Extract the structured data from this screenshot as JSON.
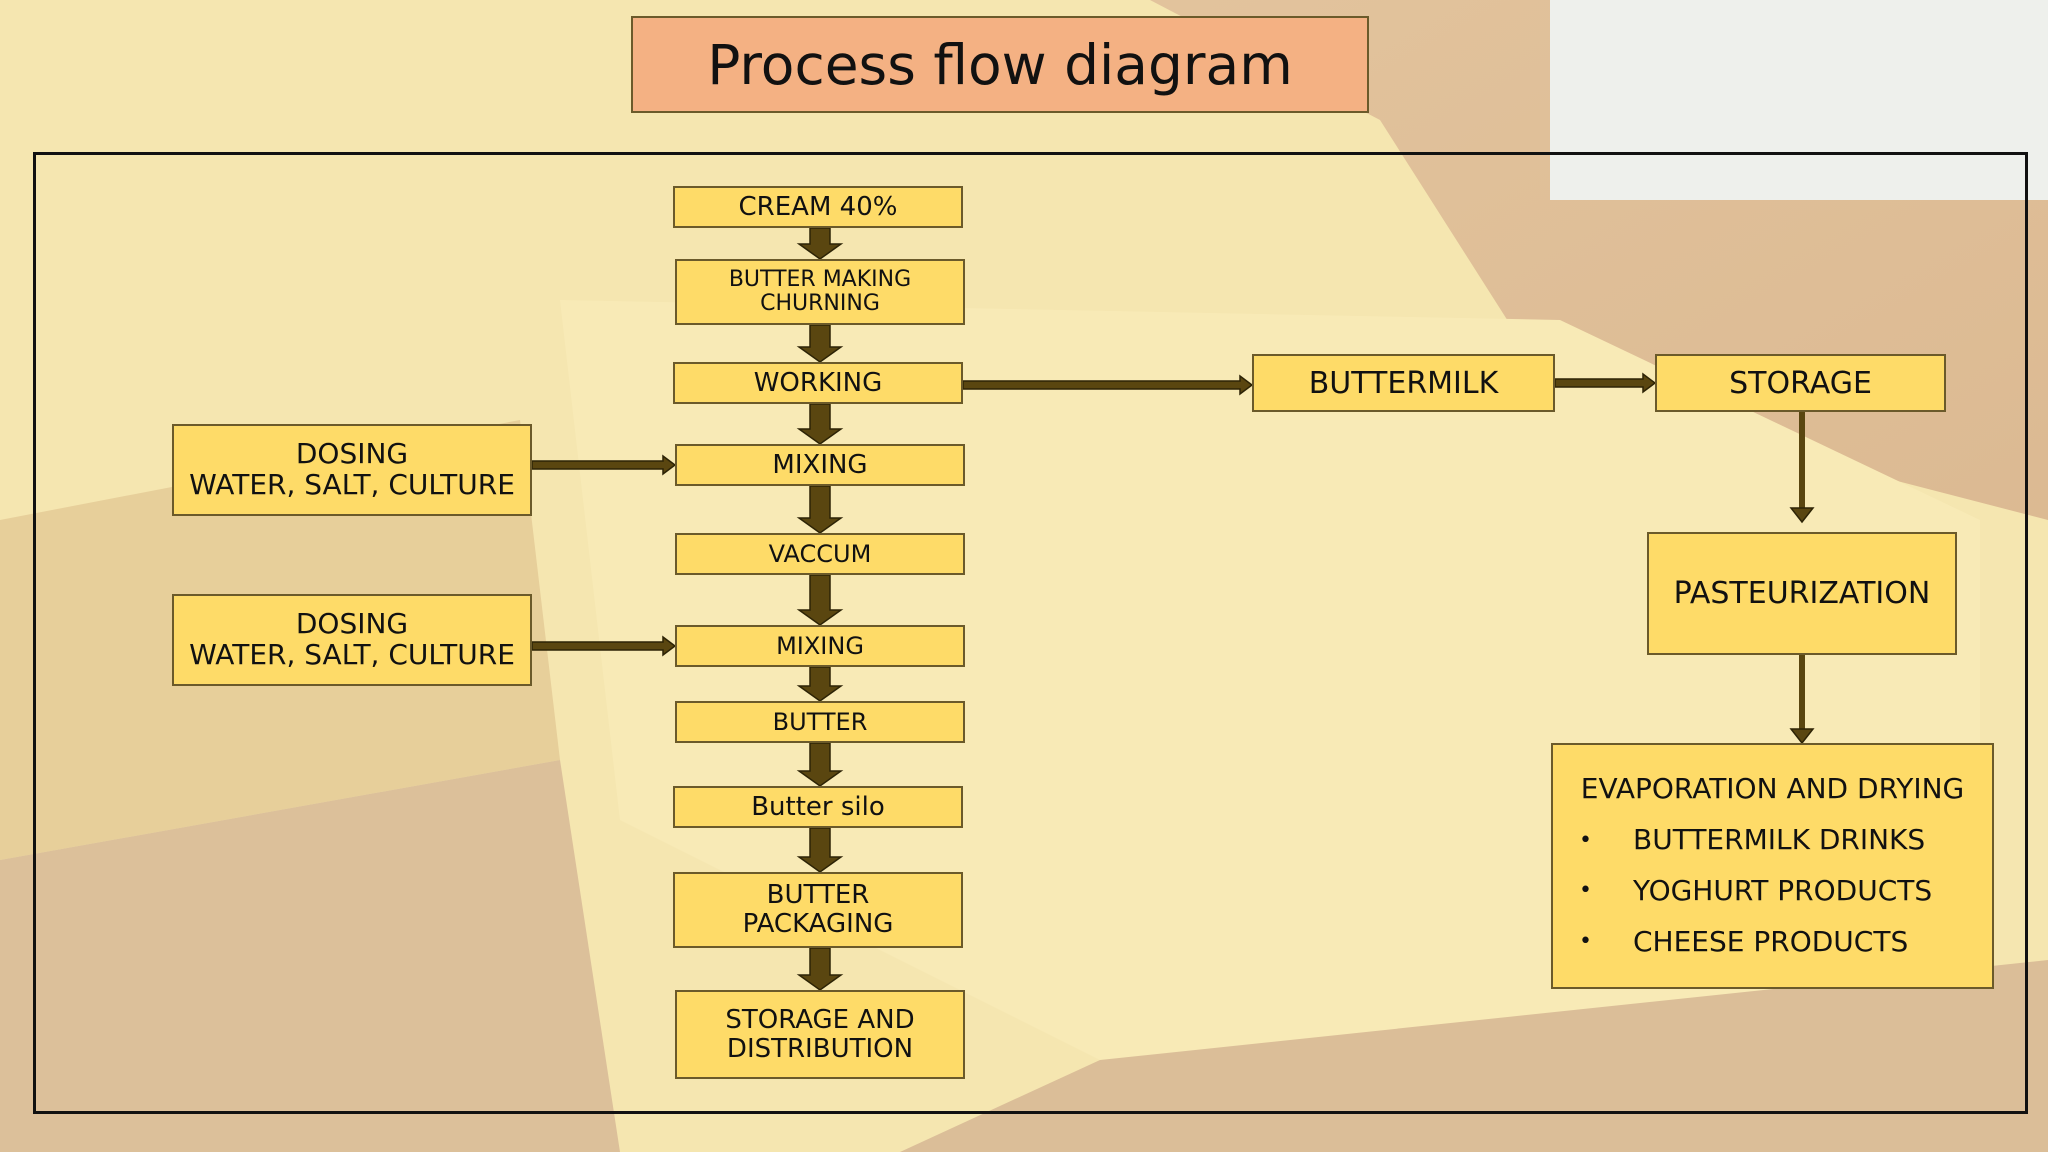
{
  "title": "Process  flow diagram",
  "colors": {
    "node_fill": "#fedb68",
    "node_border": "#6b5a2a",
    "title_fill": "#f4b183",
    "arrow": "#5a4610"
  },
  "main_chain": [
    {
      "line1": "CREAM 40%",
      "line2": ""
    },
    {
      "line1": "BUTTER MAKING",
      "line2": "CHURNING"
    },
    {
      "line1": "WORKING",
      "line2": ""
    },
    {
      "line1": "MIXING",
      "line2": ""
    },
    {
      "line1": "VACCUM",
      "line2": ""
    },
    {
      "line1": "MIXING",
      "line2": ""
    },
    {
      "line1": "BUTTER",
      "line2": ""
    },
    {
      "line1": "Butter silo",
      "line2": ""
    },
    {
      "line1": "BUTTER",
      "line2": "PACKAGING"
    },
    {
      "line1": "STORAGE AND",
      "line2": "DISTRIBUTION"
    }
  ],
  "dosing": [
    {
      "line1": "DOSING",
      "line2": "WATER, SALT, CULTURE"
    },
    {
      "line1": "DOSING",
      "line2": "WATER, SALT, CULTURE"
    }
  ],
  "buttermilk_chain": {
    "buttermilk": "BUTTERMILK",
    "storage": "STORAGE",
    "pasteurization": "PASTEURIZATION",
    "evaporation": {
      "heading": "EVAPORATION AND DRYING",
      "bullet": "•",
      "items": [
        "BUTTERMILK DRINKS",
        "YOGHURT PRODUCTS",
        "CHEESE PRODUCTS"
      ]
    }
  }
}
